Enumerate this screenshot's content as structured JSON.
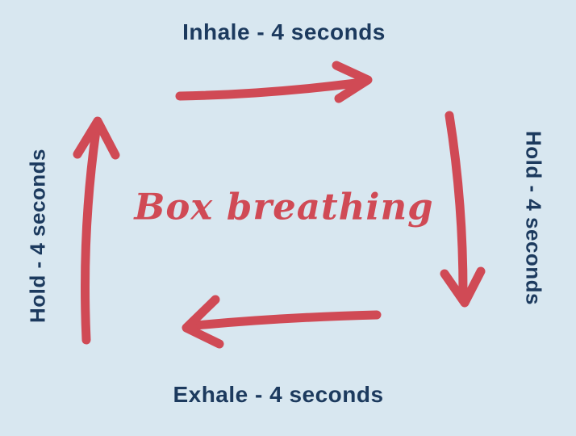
{
  "diagram": {
    "title": "Box breathing",
    "labels": {
      "top": "Inhale - 4 seconds",
      "right": "Hold - 4 seconds",
      "bottom": "Exhale - 4 seconds",
      "left": "Hold - 4 seconds"
    },
    "colors": {
      "background": "#d8e7f0",
      "accent": "#d04a55",
      "text": "#1c3a5e"
    }
  }
}
